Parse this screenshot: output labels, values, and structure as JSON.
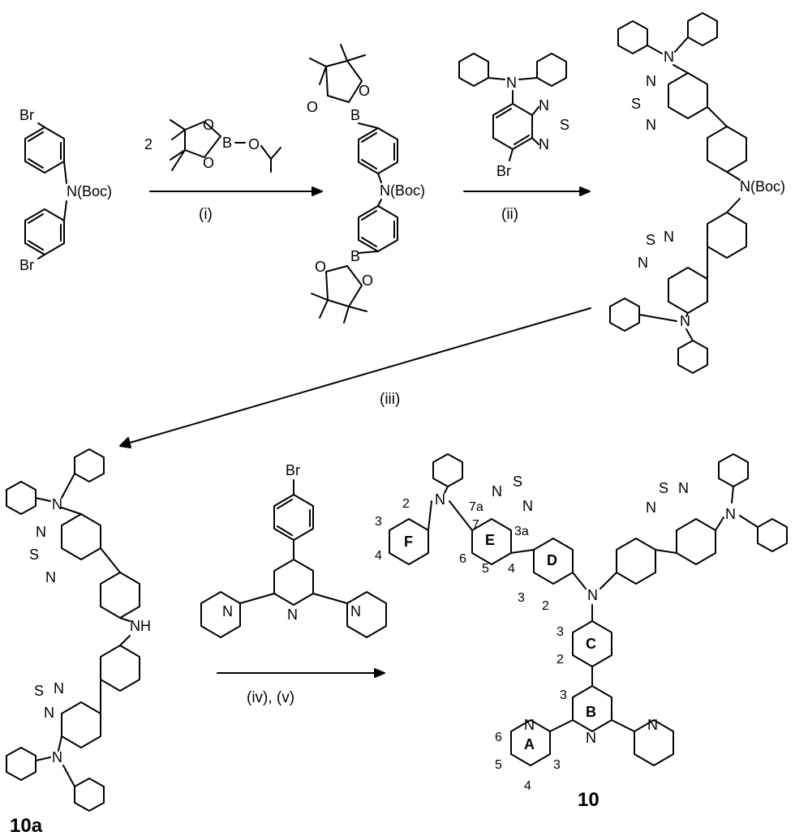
{
  "scheme": {
    "reagents": {
      "borate_equiv": "2",
      "btd_br": "Br"
    },
    "conditions": {
      "step1": "(i)",
      "step2": "(ii)",
      "step3": "(iii)",
      "step45": "(iv), (v)"
    },
    "compounds": {
      "amine": "10a",
      "product": "10"
    },
    "atoms": {
      "br": "Br",
      "nboc": "N(Boc)",
      "n": "N",
      "nh": "NH",
      "s": "S",
      "o": "O",
      "b": "B"
    },
    "ring_labels": [
      "A",
      "B",
      "C",
      "D",
      "E",
      "F"
    ],
    "position_labels": {
      "f2": "2",
      "f3": "3",
      "f4": "4",
      "e7": "7",
      "e7a": "7a",
      "e3a": "3a",
      "e6": "6",
      "e5": "5",
      "e4": "4",
      "d3": "3",
      "d2": "2",
      "c3": "3",
      "c2": "2",
      "b3": "3",
      "a6": "6",
      "a5": "5",
      "a4": "4",
      "a3": "3"
    }
  }
}
